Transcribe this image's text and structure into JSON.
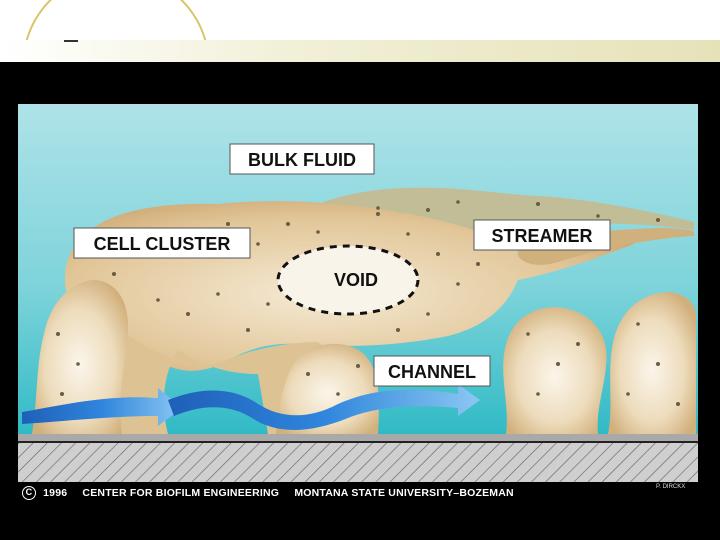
{
  "diagram": {
    "labels": {
      "bulk_fluid": "BULK FLUID",
      "cell_cluster": "CELL CLUSTER",
      "streamer": "STREAMER",
      "void": "VOID",
      "channel": "CHANNEL"
    }
  },
  "credits": {
    "copyright_symbol": "C",
    "year": "1996",
    "center": "CENTER FOR BIOFILM ENGINEERING",
    "university": "MONTANA STATE UNIVERSITY–BOZEMAN",
    "artist": "P. DIRCKX"
  },
  "colors": {
    "fluid_top": "#aee3e8",
    "fluid_bottom": "#2cb9c4",
    "biofilm": "#d8b98a",
    "biofilm_light": "#f7efdf",
    "channel_arrow": "#2f7fd6",
    "substratum": "#c9c9c9",
    "frame": "#000000",
    "decor": "#d8c66a"
  }
}
